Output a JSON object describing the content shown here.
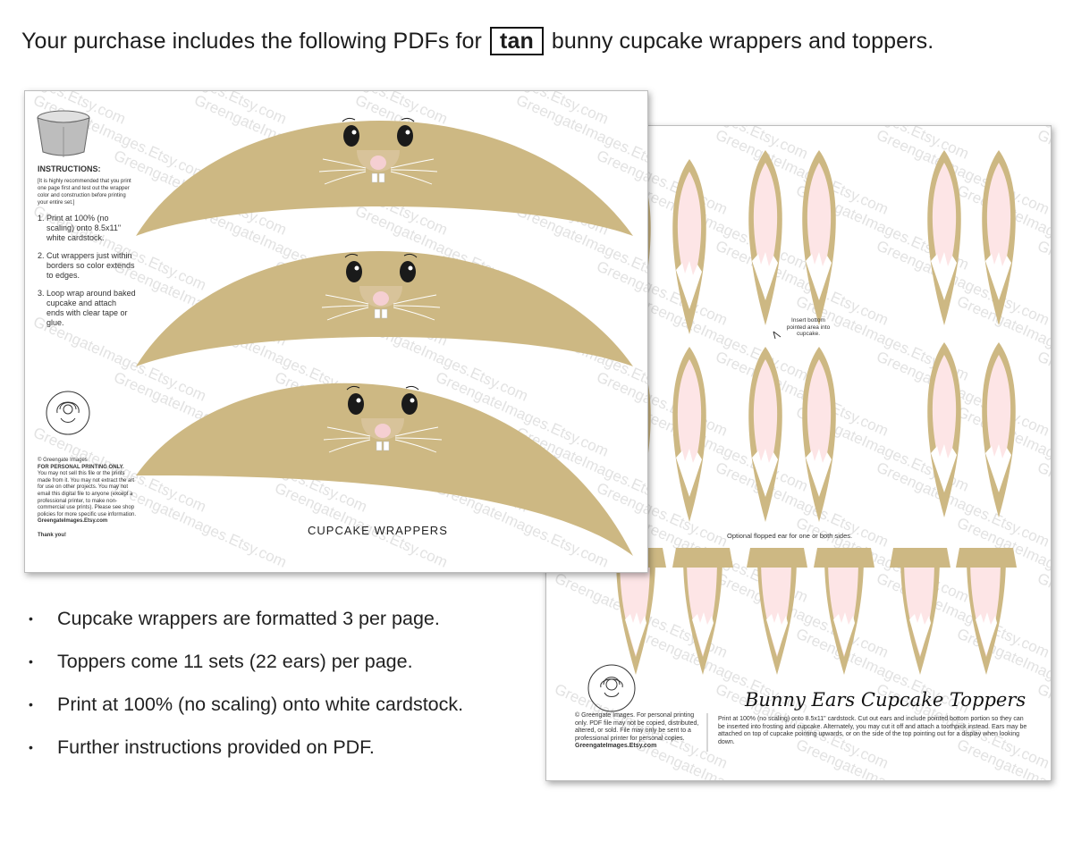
{
  "headline": {
    "before": "Your purchase includes the following PDFs for",
    "color_word": "tan",
    "after": "bunny cupcake wrappers and toppers."
  },
  "wrapper_sheet": {
    "instructions_title": "INSTRUCTIONS:",
    "instructions_note": "[It is highly recommended that you print one page first and test out the wrapper color and construction before printing your entire set.]",
    "steps": [
      "1.  Print at 100% (no scaling) onto 8.5x11\" white cardstock.",
      "2.  Cut wrappers just within borders so color extends to edges.",
      "3.  Loop wrap around baked cupcake and attach ends with clear tape or glue."
    ],
    "brand": "Greengate Images",
    "copyright": "© Greengate Images",
    "personal_use": "FOR PERSONAL PRINTING ONLY.",
    "terms": "You may not sell this file or the prints made from it. You may not extract the art for use on other projects. You may not email this digital file to anyone (except a professional printer, to make non-commercial use prints). Please see shop policies for more specific use information.",
    "shop_url": "GreengateImages.Etsy.com",
    "thanks": "Thank you!",
    "caption": "CUPCAKE WRAPPERS"
  },
  "topper_sheet": {
    "insert_note": "Insert bottom pointed area into cupcake.",
    "flop_note": "Optional flopped ear for one or both sides.",
    "title": "Bunny Ears Cupcake Toppers",
    "description": "Print at 100% (no scaling) onto 8.5x11\" cardstock. Cut out ears and include pointed bottom portion so they can be inserted into frosting and cupcake. Alternately, you may cut it off and attach a toothpick instead. Ears may be attached on top of cupcake pointing upwards, or on the side of the top pointing out for a display when looking down.",
    "credit": "© Greengate Images. For personal printing only. PDF file may not be copied, distributed, altered, or sold. File may only be sent to a professional printer for personal copies.",
    "credit_url": "GreengateImages.Etsy.com",
    "brand": "Greengate Images"
  },
  "watermark": "GreengateImages.Etsy.com",
  "bullets": [
    "Cupcake wrappers are formatted 3 per page.",
    "Toppers come 11 sets (22 ears) per page.",
    "Print at 100% (no scaling) onto white cardstock.",
    "Further instructions provided on PDF."
  ],
  "colors": {
    "tan": "#cdb883",
    "pink": "#fde5e6",
    "text": "#222222"
  }
}
